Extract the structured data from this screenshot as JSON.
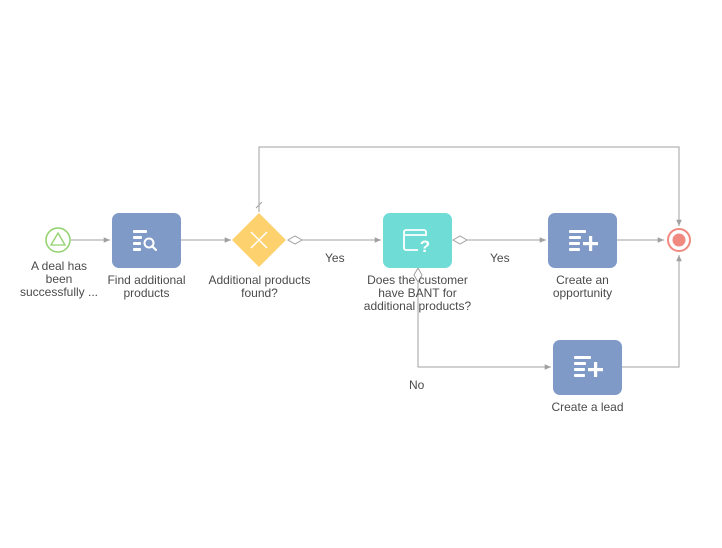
{
  "diagram": {
    "nodes": {
      "start": {
        "label": "A deal has\nbeen\nsuccessfully ...",
        "icon": "triangle-start-icon"
      },
      "find": {
        "label": "Find additional\nproducts",
        "icon": "list-search-icon"
      },
      "gateway": {
        "label": "Additional products\nfound?",
        "icon": "x-gateway-icon"
      },
      "bant": {
        "label": "Does the customer\nhave BANT for\nadditional products?",
        "icon": "window-question-icon"
      },
      "opportunity": {
        "label": "Create an\nopportunity",
        "icon": "list-plus-icon"
      },
      "lead": {
        "label": "Create a lead",
        "icon": "list-plus-icon"
      },
      "end": {
        "label": "",
        "icon": "end-event-icon"
      }
    },
    "edges": {
      "gateway_yes": "Yes",
      "bant_yes": "Yes",
      "bant_no": "No"
    },
    "colors": {
      "task_blue": "#7f9ac6",
      "task_teal": "#6fdcd6",
      "gateway": "#fdd16e",
      "start": "#8fd26b",
      "end": "#f08a80",
      "connector": "#a0a0a0"
    }
  }
}
